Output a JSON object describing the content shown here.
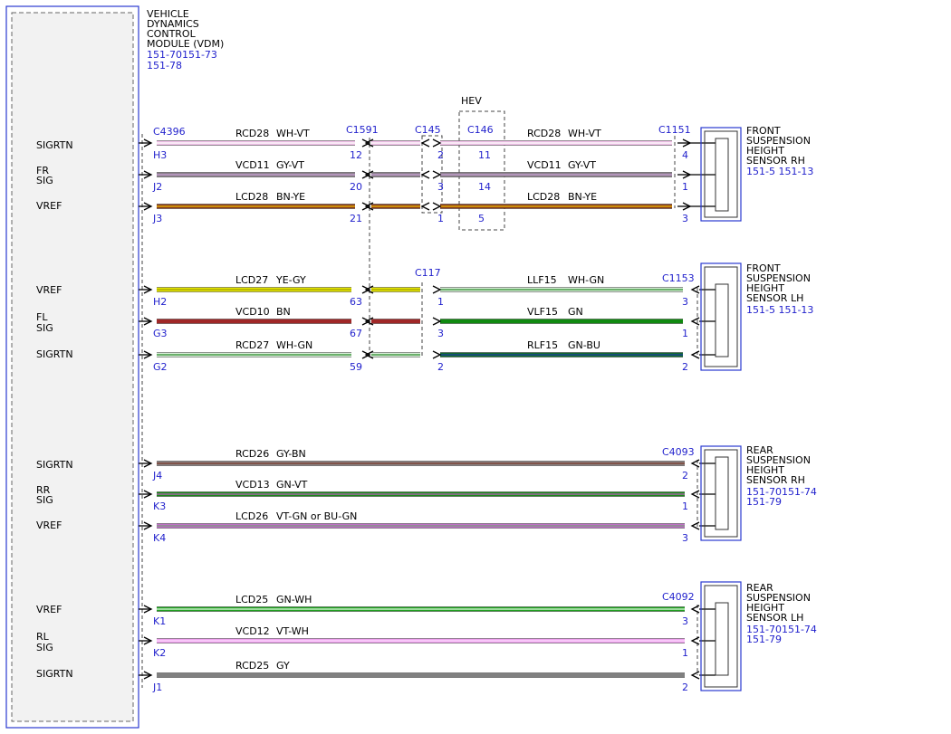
{
  "module": {
    "name_lines": [
      "VEHICLE",
      "DYNAMICS",
      "CONTROL",
      "MODULE (VDM)"
    ],
    "ref_lines": [
      "151-70151-73",
      "151-78"
    ]
  },
  "hev_label": "HEV",
  "junction_connectors": {
    "c1591": "C1591",
    "c145": "C145",
    "c146": "C146",
    "c117": "C117"
  },
  "sensors": [
    {
      "id": "front-rh",
      "name_lines": [
        "FRONT",
        "SUSPENSION",
        "HEIGHT",
        "SENSOR RH"
      ],
      "ref_lines": [
        "151-5  151-13"
      ],
      "connector": "C1151"
    },
    {
      "id": "front-lh",
      "name_lines": [
        "FRONT",
        "SUSPENSION",
        "HEIGHT",
        "SENSOR LH"
      ],
      "ref_lines": [
        "151-5  151-13"
      ],
      "connector": "C1153"
    },
    {
      "id": "rear-rh",
      "name_lines": [
        "REAR",
        "SUSPENSION",
        "HEIGHT",
        "SENSOR RH"
      ],
      "ref_lines": [
        "151-70151-74",
        "151-79"
      ],
      "connector": "C4093"
    },
    {
      "id": "rear-lh",
      "name_lines": [
        "REAR",
        "SUSPENSION",
        "HEIGHT",
        "SENSOR LH"
      ],
      "ref_lines": [
        "151-70151-74",
        "151-79"
      ],
      "connector": "C4092"
    }
  ],
  "signal_labels": {
    "g1": [
      "SIGRTN",
      "FR",
      "SIG",
      "VREF"
    ],
    "g2": [
      "VREF",
      "FL",
      "SIG",
      "SIGRTN"
    ],
    "g3": [
      "SIGRTN",
      "RR",
      "SIG",
      "VREF"
    ],
    "g4": [
      "VREF",
      "RL",
      "SIG",
      "SIGRTN"
    ]
  },
  "module_connector_label": "C4396",
  "wires": [
    {
      "id": "w1",
      "module_pin": "H3",
      "c1591_pin": "12",
      "c145_pin": "2",
      "c146_pin": "11",
      "sensor_pin": "4",
      "circuit_left": "RCD28",
      "color_left": "WH-VT",
      "circuit_right": "RCD28",
      "color_right": "WH-VT",
      "stroke": "#f0c0e8",
      "stripe": "#ffffff"
    },
    {
      "id": "w2",
      "module_pin": "J2",
      "c1591_pin": "20",
      "c145_pin": "3",
      "c146_pin": "14",
      "sensor_pin": "1",
      "circuit_left": "VCD11",
      "color_left": "GY-VT",
      "circuit_right": "VCD11",
      "color_right": "GY-VT",
      "stroke": "#8a7f8a",
      "stripe": "#c9a0d8"
    },
    {
      "id": "w3",
      "module_pin": "J3",
      "c1591_pin": "21",
      "c145_pin": "1",
      "c146_pin": "5",
      "sensor_pin": "3",
      "circuit_left": "LCD28",
      "color_left": "BN-YE",
      "circuit_right": "LCD28",
      "color_right": "BN-YE",
      "stroke": "#8a3a1a",
      "stripe": "#f0c000"
    },
    {
      "id": "w4",
      "module_pin": "H2",
      "c1591_pin": "63",
      "c117_pin": "1",
      "sensor_pin": "3",
      "circuit_left": "LCD27",
      "color_left": "YE-GY",
      "circuit_right": "LLF15",
      "color_right": "WH-GN",
      "stroke": "#e6e600",
      "stripe": "#a0a000",
      "stroke_right": "#d8eed8",
      "stripe_right": "#2a8a2a"
    },
    {
      "id": "w5",
      "module_pin": "G3",
      "c1591_pin": "67",
      "c117_pin": "3",
      "sensor_pin": "1",
      "circuit_left": "VCD10",
      "color_left": "BN",
      "circuit_right": "VLF15",
      "color_right": "GN",
      "stroke": "#a02828",
      "stripe": "#a02828",
      "stroke_right": "#108a10",
      "stripe_right": "#108a10"
    },
    {
      "id": "w6",
      "module_pin": "G2",
      "c1591_pin": "59",
      "c117_pin": "2",
      "sensor_pin": "2",
      "circuit_left": "RCD27",
      "color_left": "WH-GN",
      "circuit_right": "RLF15",
      "color_right": "GN-BU",
      "stroke": "#d8eed8",
      "stripe": "#2a8a2a",
      "stroke_right": "#106a30",
      "stripe_right": "#1a3aa0"
    },
    {
      "id": "w7",
      "module_pin": "J4",
      "sensor_pin": "2",
      "circuit": "RCD26",
      "color": "GY-BN",
      "stroke": "#8a8080",
      "stripe": "#7a3a2a"
    },
    {
      "id": "w8",
      "module_pin": "K3",
      "sensor_pin": "1",
      "circuit": "VCD13",
      "color": "GN-VT",
      "stroke": "#1a8a1a",
      "stripe": "#c060c0"
    },
    {
      "id": "w9",
      "module_pin": "K4",
      "sensor_pin": "3",
      "circuit": "LCD26",
      "color": "VT-GN   or   BU-GN",
      "stroke": "#c070c8",
      "stripe": "#7a9a7a"
    },
    {
      "id": "w10",
      "module_pin": "K1",
      "sensor_pin": "3",
      "circuit": "LCD25",
      "color": "GN-WH",
      "stroke": "#20a020",
      "stripe": "#e8ffe8"
    },
    {
      "id": "w11",
      "module_pin": "K2",
      "sensor_pin": "1",
      "circuit": "VCD12",
      "color": "VT-WH",
      "stroke": "#f0a0f0",
      "stripe": "#fde0fd"
    },
    {
      "id": "w12",
      "module_pin": "J1",
      "sensor_pin": "2",
      "circuit": "RCD25",
      "color": "GY",
      "stroke": "#808080",
      "stripe": "#808080"
    }
  ]
}
